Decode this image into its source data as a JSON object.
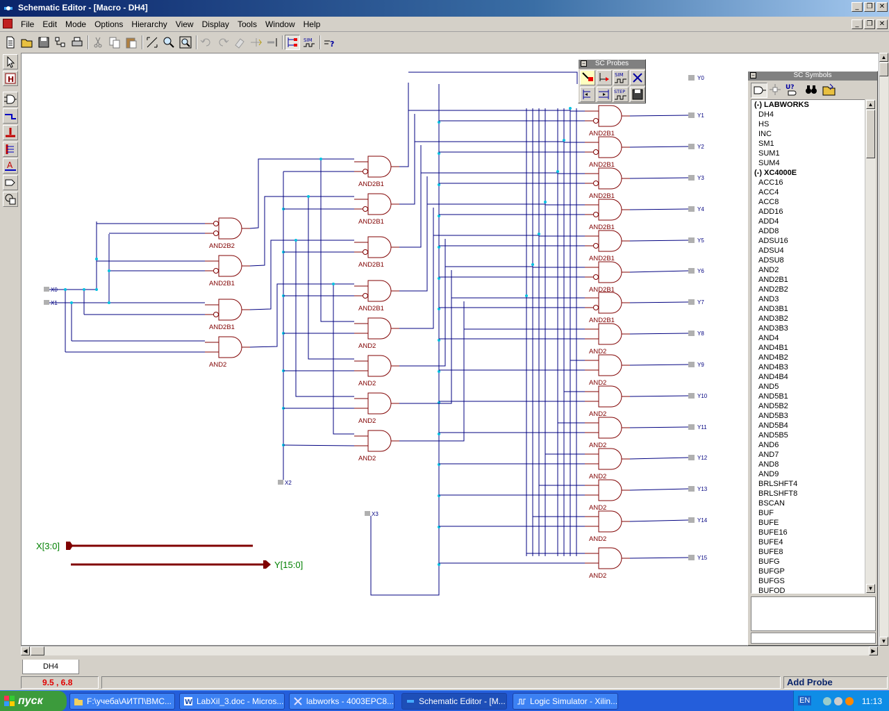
{
  "window": {
    "title": "Schematic Editor - [Macro - DH4]"
  },
  "menu": [
    "File",
    "Edit",
    "Mode",
    "Options",
    "Hierarchy",
    "View",
    "Display",
    "Tools",
    "Window",
    "Help"
  ],
  "toolbar": [
    "new-icon",
    "open-icon",
    "save-icon",
    "hierarchy-icon",
    "print-icon",
    "cut-icon",
    "copy-icon",
    "paste-icon",
    "zoom-full-icon",
    "zoom-icon",
    "zoom-box-icon",
    "undo-icon",
    "redo-icon",
    "erase-icon",
    "add-wire-icon",
    "bus-icon",
    "probe-mode-icon",
    "simulate-icon",
    "query-icon"
  ],
  "schematic": {
    "inputs": [
      "X0",
      "X1",
      "X2",
      "X3"
    ],
    "outputs": [
      "Y0",
      "Y1",
      "Y2",
      "Y3",
      "Y4",
      "Y5",
      "Y6",
      "Y7",
      "Y8",
      "Y9",
      "Y10",
      "Y11",
      "Y12",
      "Y13",
      "Y14",
      "Y15"
    ],
    "stage1": [
      "AND2B2",
      "AND2B1",
      "AND2B1",
      "AND2"
    ],
    "stage2": [
      "AND2B1",
      "AND2B1",
      "AND2B1",
      "AND2B1",
      "AND2",
      "AND2",
      "AND2",
      "AND2"
    ],
    "stage3": [
      "AND2B1",
      "AND2B1",
      "AND2B1",
      "AND2B1",
      "AND2B1",
      "AND2B1",
      "AND2B1",
      "AND2",
      "AND2",
      "AND2",
      "AND2",
      "AND2",
      "AND2",
      "AND2",
      "AND2"
    ],
    "bus_in": "X[3:0]",
    "bus_out": "Y[15:0]",
    "wire_color": "#000080",
    "gate_color": "#800000",
    "bus_color": "#800000",
    "label_color": "#008000"
  },
  "probes": {
    "title": "SC Probes",
    "button_labels": [
      "SIM",
      "STEP"
    ]
  },
  "symbols": {
    "title": "SC Symbols",
    "groups": [
      {
        "name": "(-) LABWORKS",
        "items": [
          "DH4",
          "HS",
          "INC",
          "SM1",
          "SUM1",
          "SUM4"
        ]
      },
      {
        "name": "(-) XC4000E",
        "items": [
          "ACC16",
          "ACC4",
          "ACC8",
          "ADD16",
          "ADD4",
          "ADD8",
          "ADSU16",
          "ADSU4",
          "ADSU8",
          "AND2",
          "AND2B1",
          "AND2B2",
          "AND3",
          "AND3B1",
          "AND3B2",
          "AND3B3",
          "AND4",
          "AND4B1",
          "AND4B2",
          "AND4B3",
          "AND4B4",
          "AND5",
          "AND5B1",
          "AND5B2",
          "AND5B3",
          "AND5B4",
          "AND5B5",
          "AND6",
          "AND7",
          "AND8",
          "AND9",
          "BRLSHFT4",
          "BRLSHFT8",
          "BSCAN",
          "BUF",
          "BUFE",
          "BUFE16",
          "BUFE4",
          "BUFE8",
          "BUFG",
          "BUFGP",
          "BUFGS",
          "BUFOD"
        ]
      }
    ]
  },
  "sheet_tab": "DH4",
  "status": {
    "coords": "9.5 ,   6.8",
    "message": "Add Probe"
  },
  "taskbar": {
    "start": "пуск",
    "tasks": [
      "F:\\учеба\\АИТП\\ВМС...",
      "LabXil_3.doc - Micros...",
      "labworks - 4003EPC8...",
      "Schematic Editor - [M...",
      "Logic Simulator - Xilin..."
    ],
    "active_index": 3,
    "lang": "EN",
    "clock": "11:13"
  }
}
